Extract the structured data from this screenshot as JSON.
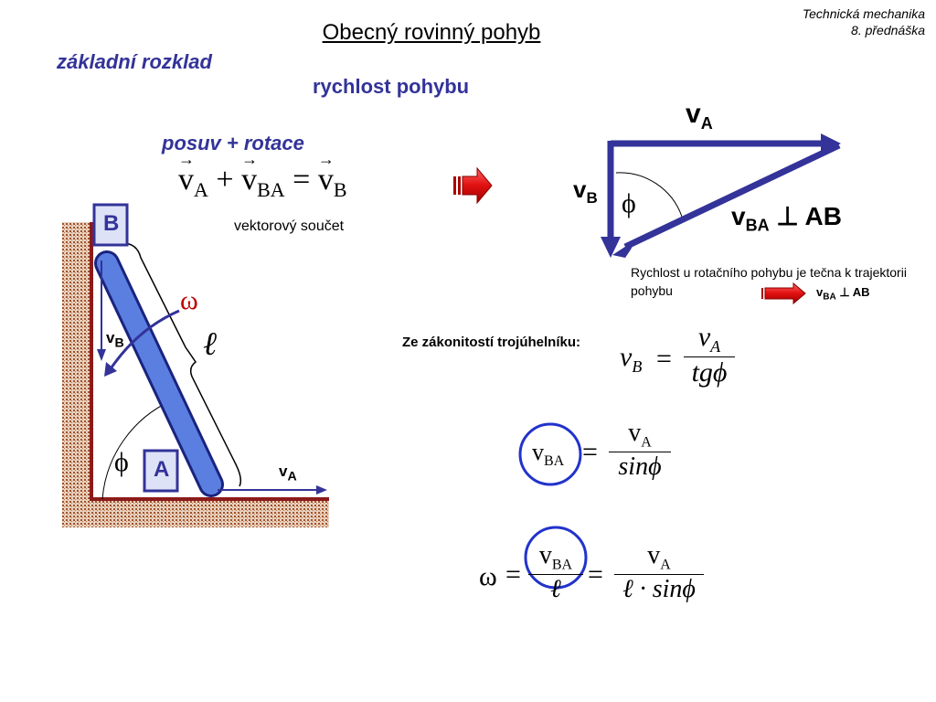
{
  "header": {
    "course": "Technická mechanika",
    "lecture": "8. přednáška",
    "title": "Obecný rovinný pohyb"
  },
  "section": {
    "left": "základní rozklad",
    "center": "rychlost pohybu",
    "sub": "posuv + rotace"
  },
  "equation": {
    "lhs1": "v",
    "lhs1_sub": "A",
    "plus": "+",
    "lhs2": "v",
    "lhs2_sub": "BA",
    "eq": "=",
    "rhs": "v",
    "rhs_sub": "B"
  },
  "vector_sum_label": "vektorový součet",
  "left_diagram": {
    "point_b": "B",
    "point_a": "A",
    "omega": "ω",
    "length": "ℓ",
    "vb": "v",
    "vb_sub": "B",
    "va": "v",
    "va_sub": "A",
    "phi": "ϕ"
  },
  "triangle": {
    "va": "v",
    "va_sub": "A",
    "vb": "v",
    "vb_sub": "B",
    "phi": "ϕ",
    "vba": "v",
    "vba_sub": "BA",
    "perp": "⊥ AB"
  },
  "note": {
    "text": "Rychlost u rotačního pohybu je tečna k trajektorii pohybu",
    "rel_v": "v",
    "rel_sub": "BA",
    "rel_perp": "⊥ AB"
  },
  "triangle_law": "Ze zákonitostí trojúhelníku:",
  "formula1": {
    "lhs": "v",
    "lhs_sub": "B",
    "num": "v",
    "num_sub": "A",
    "den": "tgϕ"
  },
  "formula2": {
    "lhs": "v",
    "lhs_sub": "BA",
    "num": "v",
    "num_sub": "A",
    "den": "sinϕ"
  },
  "formula3": {
    "lhs": "ω",
    "num1": "v",
    "num1_sub": "BA",
    "den1": "ℓ",
    "num2": "v",
    "num2_sub": "A",
    "den2": "ℓ · sinϕ"
  },
  "colors": {
    "accent": "#333399",
    "bar": "#5577dd",
    "wall": "#8b1a1a",
    "arrow_red": "#e01010"
  }
}
